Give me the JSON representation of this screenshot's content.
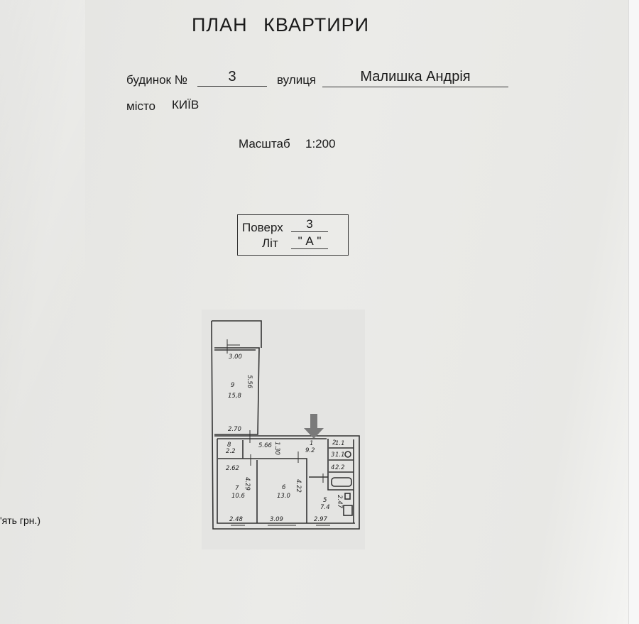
{
  "document": {
    "title": "ПЛАН   КВАРТИРИ",
    "house_label": "будинок №",
    "house_number": "3",
    "street_label": "вулиця",
    "street_value": "Малишка Андрія",
    "city_label": "місто",
    "city_value": "КИЇВ",
    "scale_label": "Масштаб",
    "scale_value": "1:200",
    "floor_label": "Поверх",
    "floor_value": "3",
    "lit_label": "Літ",
    "lit_value": "\" А \"",
    "cut_text": "'ять грн.)"
  },
  "plan": {
    "rooms": [
      {
        "num": "9",
        "area": "15,8"
      },
      {
        "num": "8",
        "area": "2.2"
      },
      {
        "num": "1",
        "area": "9.2"
      },
      {
        "num": "7",
        "area": "10.6"
      },
      {
        "num": "6",
        "area": "13.0"
      },
      {
        "num": "5",
        "area": "7.4"
      },
      {
        "num": "2",
        "area": "1.1"
      },
      {
        "num": "3",
        "area": "1.1"
      },
      {
        "num": "4",
        "area": "2.2"
      }
    ],
    "dims": [
      "3.00",
      "5.56",
      "2.70",
      "5.66",
      "1.30",
      "2.62",
      "4.29",
      "4.22",
      "2.48",
      "3.09",
      "2.97",
      "2.47"
    ],
    "arrow_color": "#7a7a7a"
  }
}
